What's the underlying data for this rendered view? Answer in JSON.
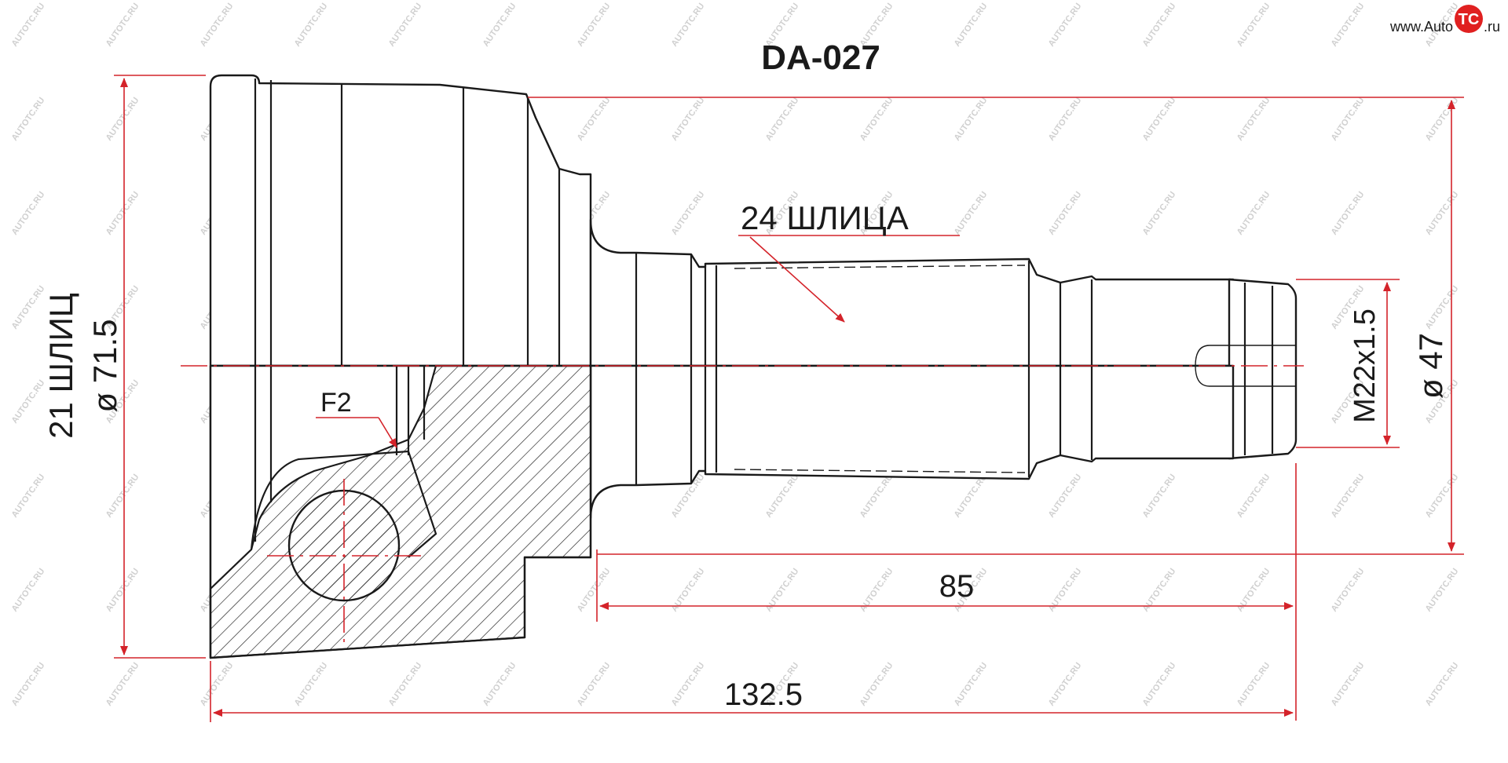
{
  "title": "DA-027",
  "logo": {
    "prefix": "www.Auto",
    "badge": "TC",
    "suffix": ".ru"
  },
  "watermark": "AUTOTC.RU",
  "labels": {
    "outer_splines": "21 ШЛИЦ",
    "outer_diameter": "ø 71.5",
    "inner_splines": "24 ШЛИЦА",
    "flange": "F2",
    "thread": "M22x1.5",
    "shaft_diameter": "ø 47",
    "length_shaft": "85",
    "length_total": "132.5"
  },
  "colors": {
    "dimension": "#d4232a",
    "outline": "#1a1a1a",
    "logo": "#e02020"
  }
}
